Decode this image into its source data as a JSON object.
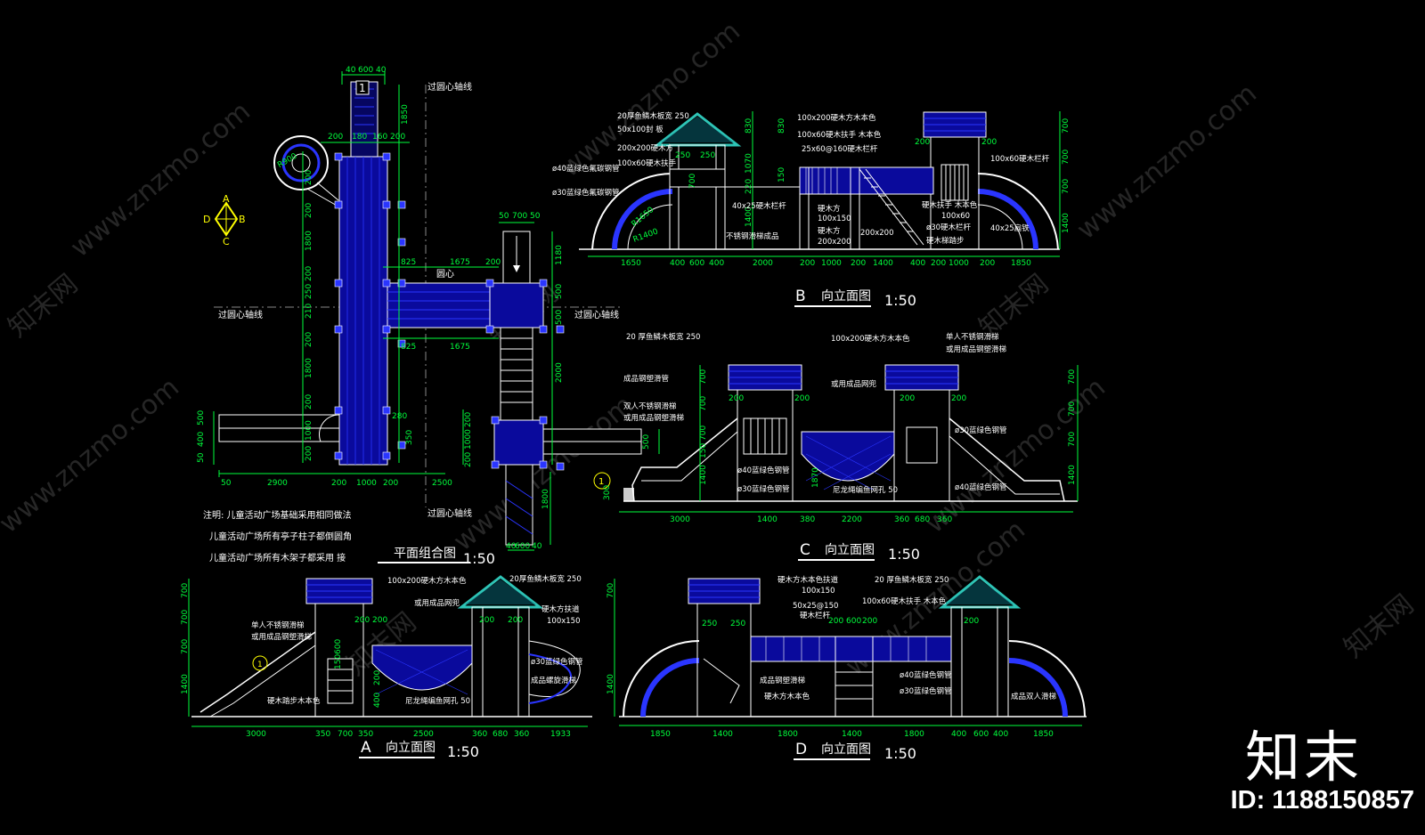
{
  "titles": {
    "plan": {
      "name": "平面组合图",
      "scale": "1:50"
    },
    "b": {
      "letter": "B",
      "name": "向立面图",
      "scale": "1:50"
    },
    "c": {
      "letter": "C",
      "name": "向立面图",
      "scale": "1:50"
    },
    "a": {
      "letter": "A",
      "name": "向立面图",
      "scale": "1:50"
    },
    "d": {
      "letter": "D",
      "name": "向立面图",
      "scale": "1:50"
    }
  },
  "plan": {
    "axis_top": "过圆心轴线",
    "axis_left": "过圆心轴线",
    "axis_right": "过圆心轴线",
    "axis_bottom": "过圆心轴线",
    "center": "圆心",
    "compass": {
      "a": "A",
      "b": "B",
      "c": "C",
      "d": "D"
    },
    "dims_top": [
      "40",
      "600",
      "40"
    ],
    "dims_row1": [
      "200",
      "180",
      "160",
      "200"
    ],
    "dims_right_small": [
      "50",
      "700",
      "50"
    ],
    "dims_mid": [
      "825",
      "1675",
      "200"
    ],
    "dims_mid2": [
      "825",
      "1675"
    ],
    "dims_bottom": [
      "50",
      "2900",
      "200",
      "1000",
      "200",
      "2500"
    ],
    "dims_bottom2": [
      "40",
      "600",
      "40"
    ],
    "dims_left_vertical": [
      "200",
      "200",
      "1800",
      "200",
      "250",
      "210",
      "200",
      "1800",
      "200",
      "1000",
      "200"
    ],
    "dims_right_vertical": [
      "1850",
      "1180",
      "500",
      "500",
      "2000",
      "200",
      "1000",
      "200",
      "1800"
    ],
    "dims_far_left": [
      "500",
      "400",
      "50"
    ],
    "dims_small_right": [
      "280",
      "350",
      "500"
    ],
    "radius": "R900",
    "tag": "1",
    "notes": [
      "注明: 儿童活动广场基础采用相同做法",
      "儿童活动广场所有亭子柱子都倒圆角",
      "儿童活动广场所有木架子都采用 接"
    ]
  },
  "elev_b": {
    "labels_left": [
      "20厚鱼鳞木板宽 250",
      "50x100封 板",
      "200x200硬木方",
      "100x60硬木扶手",
      "ø40蓝绿色氟碳钢管",
      "ø30蓝绿色氟碳钢管"
    ],
    "labels_mid": [
      "100x200硬木方木本色",
      "100x60硬木扶手 木本色",
      "25x60@160硬木栏杆"
    ],
    "labels_inner": [
      "40x25硬木栏杆",
      "硬木方",
      "100x150",
      "硬木方",
      "200x200",
      "不锈钢滑梯成品"
    ],
    "labels_right": [
      "100x60硬木栏杆",
      "硬木扶手 木本色",
      "100x60",
      "ø30硬木栏杆",
      "硬木梯踏步",
      "200x200",
      "40x25扁铁"
    ],
    "radii": [
      "R1650",
      "R1400"
    ],
    "dims_bottom": [
      "1650",
      "400",
      "600",
      "400",
      "2000",
      "200",
      "1000",
      "200",
      "1400",
      "400",
      "200",
      "1000",
      "200",
      "1850"
    ],
    "dims_top": [
      "250",
      "250",
      "200",
      "200"
    ],
    "dims_vert_left": [
      "830",
      "1070",
      "700",
      "1400",
      "150",
      "220",
      "830"
    ],
    "dims_vert_right": [
      "700",
      "700",
      "700",
      "1400"
    ]
  },
  "elev_c": {
    "labels_left": [
      "20 厚鱼鳞木板宽 250",
      "成品钢塑滑管",
      "双人不锈钢滑梯",
      "或用成品钢塑滑梯"
    ],
    "labels_mid": [
      "100x200硬木方木本色",
      "或用成品网兜"
    ],
    "labels_right": [
      "单人不锈钢滑梯",
      "或用成品钢塑滑梯",
      "ø30蓝绿色钢管",
      "ø40蓝绿色钢管"
    ],
    "labels_inner": [
      "ø40蓝绿色钢管",
      "ø30蓝绿色钢管",
      "尼龙绳编鱼网孔 50"
    ],
    "dims_bottom": [
      "3000",
      "1400",
      "380",
      "2200",
      "360",
      "680",
      "360"
    ],
    "dims_top": [
      "200",
      "200",
      "200",
      "200"
    ],
    "dims_vert_left": [
      "700",
      "700",
      "150",
      "700",
      "1400",
      "300",
      "1870"
    ],
    "dims_vert_right": [
      "700",
      "700",
      "700",
      "1400"
    ],
    "tag": "1"
  },
  "elev_a": {
    "labels_left": [
      "单人不锈钢滑梯",
      "或用成品钢塑滑梯",
      "硬木踏步木本色"
    ],
    "labels_mid": [
      "100x200硬木方木本色",
      "或用成品网兜",
      "尼龙绳编鱼网孔 50"
    ],
    "labels_right": [
      "20厚鱼鳞木板宽 250",
      "硬木方扶道",
      "100x150",
      "ø30蓝绿色钢管",
      "成品螺旋滑梯"
    ],
    "dims_bottom": [
      "3000",
      "350",
      "700",
      "350",
      "2500",
      "360",
      "680",
      "360",
      "1933"
    ],
    "dims_top": [
      "200",
      "200",
      "200",
      "200"
    ],
    "dims_vert_left": [
      "700",
      "700",
      "700",
      "1400"
    ],
    "dims_vert_inner": [
      "600",
      "150",
      "400",
      "200"
    ],
    "tag": "1"
  },
  "elev_d": {
    "labels_left": [
      "硬木方木本色扶道",
      "100x150",
      "50x25@150",
      "硬木栏杆",
      "成品钢塑滑梯",
      "硬木方木本色"
    ],
    "labels_right": [
      "20 厚鱼鳞木板宽 250",
      "100x60硬木扶手 木本色",
      "ø40蓝绿色钢管",
      "ø30蓝绿色钢管",
      "成品双人滑梯"
    ],
    "dims_bottom": [
      "1850",
      "1400",
      "1800",
      "1400",
      "1800",
      "400",
      "600",
      "400",
      "1850"
    ],
    "dims_top": [
      "250",
      "250",
      "200",
      "600",
      "200",
      "200"
    ],
    "dims_vert": [
      "700",
      "1400"
    ]
  },
  "watermarks": {
    "site": "www.znzmo.com",
    "brand": "知末网"
  },
  "brand": {
    "logo": "知末",
    "id": "ID: 1188150857"
  },
  "colors": {
    "dim": "#00ff3c",
    "blue": "#2a35ff",
    "white": "#ffffff",
    "cyan": "#2ec4b6",
    "yellow": "#ffff00",
    "lightblue": "#5aa0ff",
    "navy": "#0a0aa8"
  }
}
